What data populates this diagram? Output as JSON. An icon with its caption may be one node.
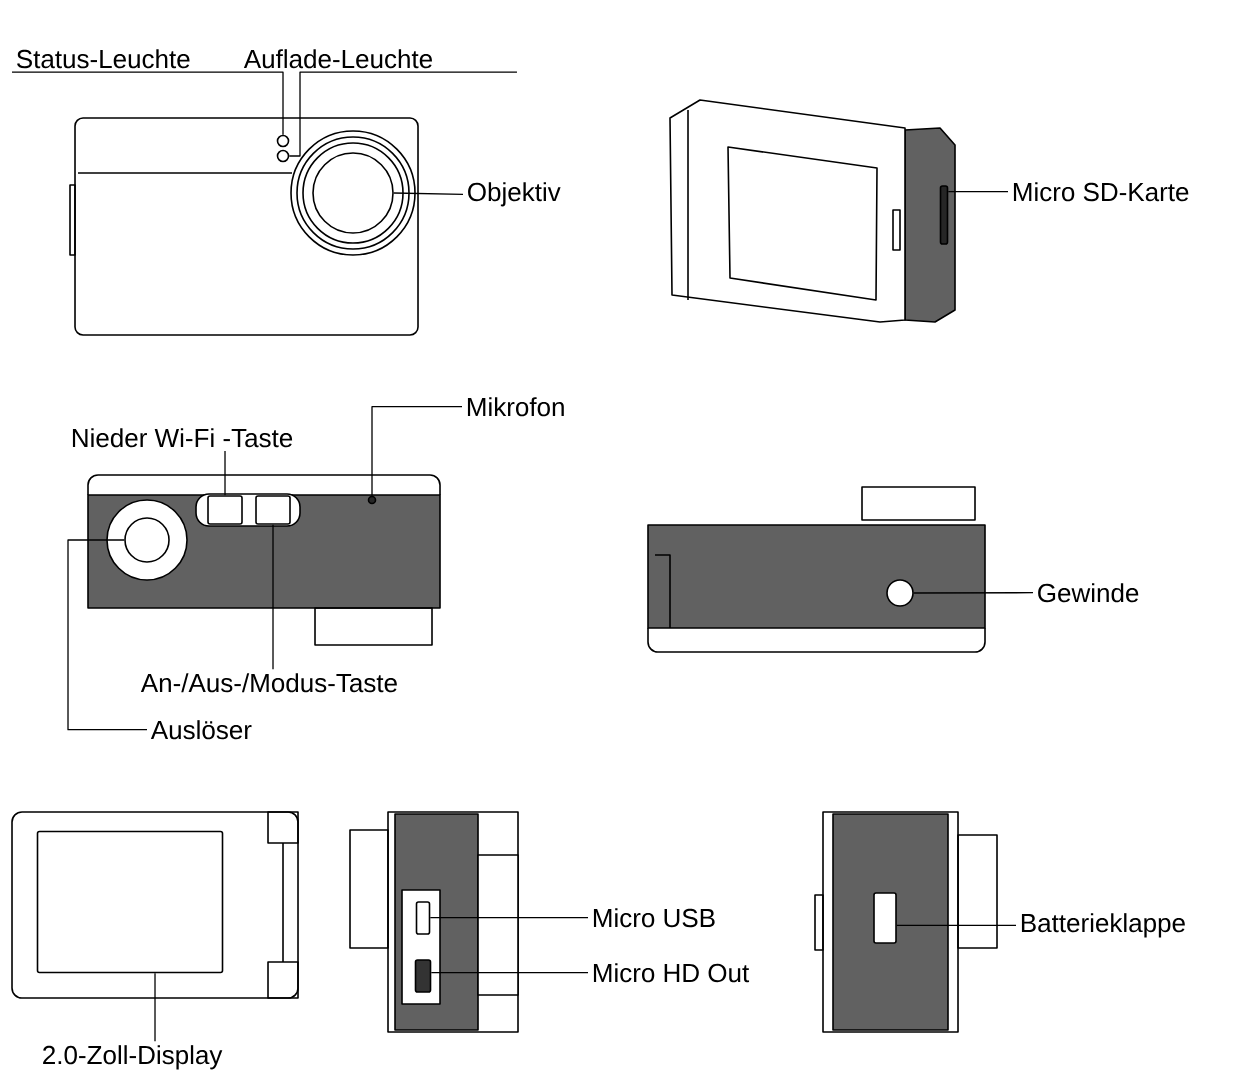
{
  "diagram": {
    "nodes": [
      {
        "text": [
          "Status-Leuchte"
        ]
      },
      {
        "text": [
          "Auflade-Leuchte"
        ]
      },
      {
        "text": [
          "Objektiv"
        ]
      },
      {
        "text": [
          "Micro SD-Karte"
        ]
      },
      {
        "text": [
          "Nieder Wi-Fi -Taste"
        ]
      },
      {
        "text": [
          "Mikrofon"
        ]
      },
      {
        "text": [
          "An-/Aus-/Modus-Taste"
        ]
      },
      {
        "text": [
          "Auslöser"
        ]
      },
      {
        "text": [
          "Gewinde"
        ]
      },
      {
        "text": [
          "2.0-Zoll-Display"
        ]
      },
      {
        "text": [
          "Micro USB"
        ]
      },
      {
        "text": [
          "Micro HD Out"
        ]
      },
      {
        "text": [
          "Batterieklappe"
        ]
      },
      {
        "text": [],
        "shape": "circle"
      },
      {
        "text": [],
        "shape": "circle"
      },
      {
        "text": [],
        "shape": "circle"
      },
      {
        "text": [],
        "shape": "box"
      },
      {
        "text": [],
        "shape": "box"
      },
      {
        "text": [],
        "shape": "box"
      },
      {
        "text": [],
        "shape": "circle"
      },
      {
        "text": [],
        "shape": "circle"
      },
      {
        "text": [],
        "shape": "box"
      },
      {
        "text": [],
        "shape": "box"
      },
      {
        "text": [],
        "shape": "box"
      },
      {
        "text": [],
        "shape": "box"
      },
      {
        "text": [],
        "shape": "circle"
      }
    ],
    "edges": [
      {
        "from": 0,
        "to": 13,
        "arrow": "none"
      },
      {
        "from": 1,
        "to": 14,
        "arrow": "none"
      },
      {
        "from": 2,
        "to": 15,
        "arrow": "none"
      },
      {
        "from": 3,
        "to": 16,
        "arrow": "none"
      },
      {
        "from": 4,
        "to": 17,
        "arrow": "none"
      },
      {
        "from": 5,
        "to": 25,
        "arrow": "none"
      },
      {
        "from": 6,
        "to": 18,
        "arrow": "none"
      },
      {
        "from": 7,
        "to": 19,
        "arrow": "none"
      },
      {
        "from": 8,
        "to": 20,
        "arrow": "none"
      },
      {
        "from": 9,
        "to": 21,
        "arrow": "none"
      },
      {
        "from": 10,
        "to": 22,
        "arrow": "none"
      },
      {
        "from": 11,
        "to": 23,
        "arrow": "none"
      },
      {
        "from": 12,
        "to": 24,
        "arrow": "none"
      }
    ]
  }
}
